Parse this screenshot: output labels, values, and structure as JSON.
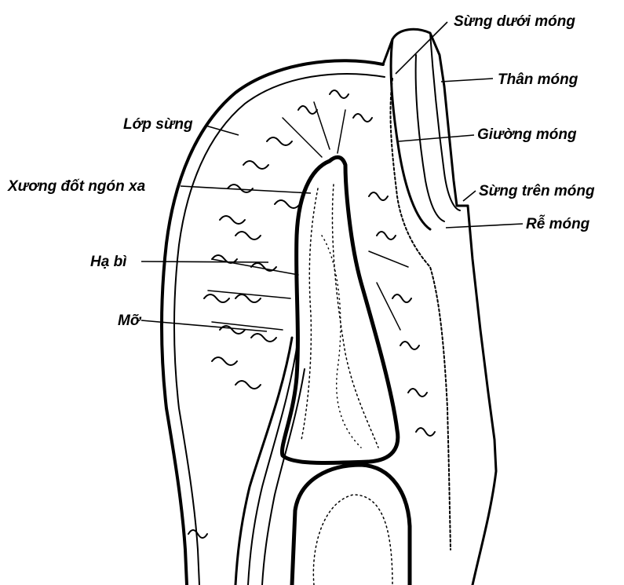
{
  "labels": {
    "sung_duoi_mong": "Sừng dưới móng",
    "than_mong": "Thân móng",
    "luong_mong": "Giường móng",
    "sung_tren_mong": "Sừng trên móng",
    "re_mong": "Rễ móng",
    "lop_sung": "Lớp sừng",
    "xuong_dot_ngon_xa": "Xương đốt ngón xa",
    "ha_bi": "Hạ bì",
    "mo": "Mỡ"
  },
  "colors": {
    "ink": "#000000",
    "paper": "#ffffff"
  }
}
